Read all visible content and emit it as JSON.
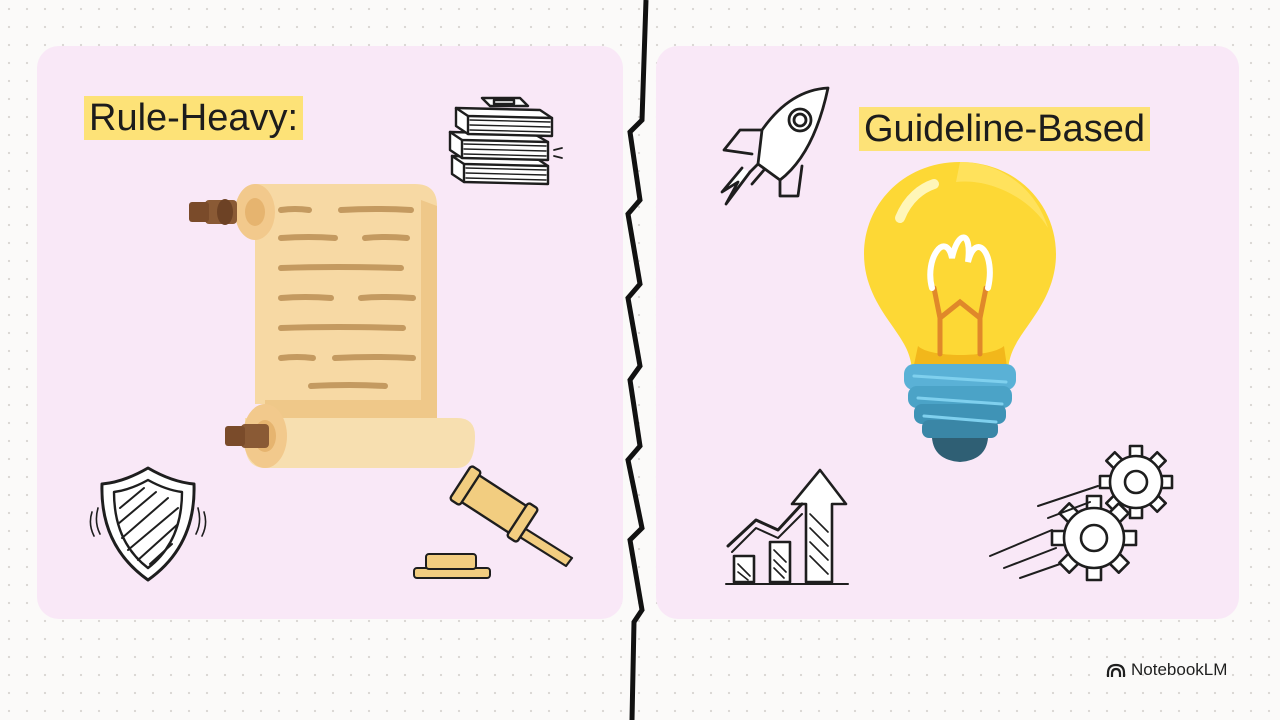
{
  "left_panel": {
    "heading": "Rule-Heavy:",
    "icons": [
      "scroll-icon",
      "stacked-books-icon",
      "shield-icon",
      "gavel-icon"
    ]
  },
  "right_panel": {
    "heading": "Guideline-Based",
    "icons": [
      "rocket-icon",
      "lightbulb-icon",
      "growth-chart-icon",
      "gears-icon"
    ]
  },
  "branding": {
    "label": "NotebookLM",
    "icon": "notebooklm-logo-icon"
  },
  "colors": {
    "panel": "#f9e8f7",
    "highlight": "#fde277",
    "scroll": "#f7d9a4",
    "bulb": "#fdd835",
    "bulb_base": "#4ba3c7"
  }
}
